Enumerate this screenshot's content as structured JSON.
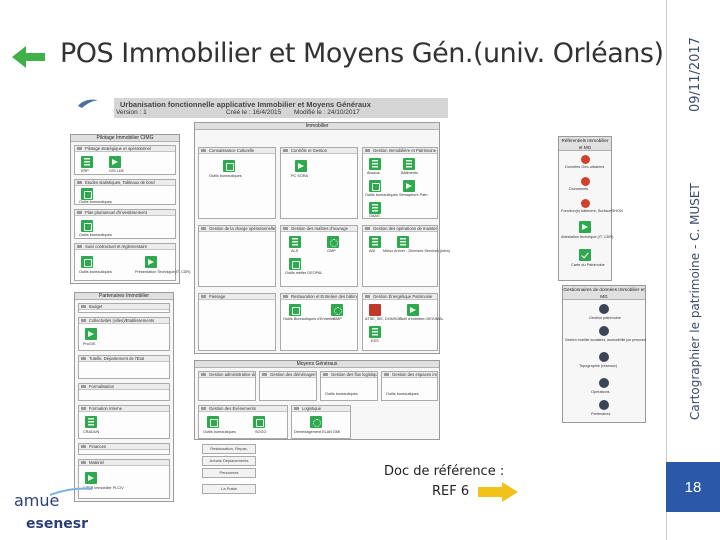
{
  "slide": {
    "title": "POS Immobilier et Moyens Gén.(univ. Orléans)",
    "date": "09/11/2017",
    "author": "Cartographier le patrimoine - C. MUSET",
    "page_number": "18",
    "caption_line1": "Doc de référence :",
    "caption_line2": "REF 6",
    "colors": {
      "accent_green": "#3fb04a",
      "page_box": "#2c58a8",
      "arrow_yellow": "#f2c21a"
    }
  },
  "logos": {
    "amue": "amue",
    "esr": "esenesr"
  },
  "diagram": {
    "header": {
      "title": "Urbanisation fonctionnelle applicative Immobilier et Moyens Généraux",
      "version": "Version : 1",
      "created": "Créé le : 16/4/2015",
      "modified": "Modifié le : 24/10/2017"
    },
    "pilotage": {
      "title": "Pilotage Immobilier CIMG",
      "b1": "Pilotage stratégique et opérationnel",
      "b1_apps": [
        "ERP",
        "GSI LDE"
      ],
      "b2": "Etudes statistiques, Tableaux de bord",
      "b2_app": "Outils bureautiques",
      "b3": "Plan pluriannuel d'investissement",
      "b3_app": "Outils bureautiques",
      "b4": "Suivi contractuel et règlementaire",
      "b4_apps": [
        "Outils bureautiques",
        "Présentation Technique(IT, CDR)"
      ]
    },
    "partenaires": {
      "title": "Partenaires Immobilier",
      "b1": "Budget",
      "b2": "Collectivités (villes)/Etablissements",
      "b2_app": "ProGIS",
      "b3": "Tutelle, Département de l'Etat",
      "b4": "Formalisation",
      "b5": "Formation Interne",
      "b5_app": "CRADUN",
      "b6": "Finances",
      "b7": "Matériel",
      "b7_app": "CIRIB Immobilier PLCIV"
    },
    "immobilier": {
      "title": "Immobilier",
      "row1": [
        "Connaissance Culturelle",
        "Contrôle et Gestion",
        "Gestion Immobilière et Patrimoine"
      ],
      "r1_apps": [
        "Outils bureautiques",
        "PC SORA",
        "Abacus",
        "Bâtiments",
        "Outils bureautiques",
        "Sémaphore Patri.",
        "OAAS"
      ],
      "row2": [
        "Gestion de la charge opérationnelle",
        "Gestion des maîtres d'ouvrage",
        "Gestion des opérations de maintenance"
      ],
      "r2_apps": [
        "ALS",
        "GMP",
        "ADI",
        "Mieux Arriver - Diverses Services (intra)"
      ],
      "r2_sub": "Outils métier DEOPAL",
      "row3": [
        "Passage",
        "Restauration et Entretien des bâtiments",
        "Gestion Énergétique Patrimoine"
      ],
      "r3_apps": [
        "Outils Bureautiques d'Entretien",
        "GMP",
        "ATSE, SIE, DGMSOS",
        "Outil d'entretien DEGIMAL",
        "ESS"
      ]
    },
    "moyens": {
      "title": "Moyens Généraux",
      "cols": [
        "Gestion administrative du patrimoine mobilier",
        "Gestion des déménagements",
        "Gestion des flux logistiques",
        "Gestion des espaces intérieurs"
      ],
      "apps": [
        "Outils bureautiques",
        "Outils bureautiques"
      ],
      "sub1": "Gestion des Évènements",
      "sub1_apps": [
        "Outils bureautiques",
        "SOGO"
      ],
      "sub2": "Logistique",
      "sub2_app": "Déménagement ELAN GMI",
      "side": [
        "Restauration, Repas, gardiennage",
        "Achats Déplacements",
        "Personnes",
        "La Poste"
      ]
    },
    "referentiels": {
      "title": "Référentiels Immobilier et MG",
      "items": [
        "Données Géo-urbaines",
        "Documents",
        "Fonction(s) bâtiment, Surface/SHON",
        "Attestation technique (IT, CDR)",
        "Carte du Patrimoine"
      ]
    },
    "gestionnaires": {
      "title": "Gestionnaires de données Immobilier et MG",
      "items": [
        "Gestion patrimoine",
        "Gestion mobilier-locataires, accessibilité par personne",
        "Topographie (réseaux)",
        "Opérations",
        "Partenaires"
      ]
    }
  }
}
